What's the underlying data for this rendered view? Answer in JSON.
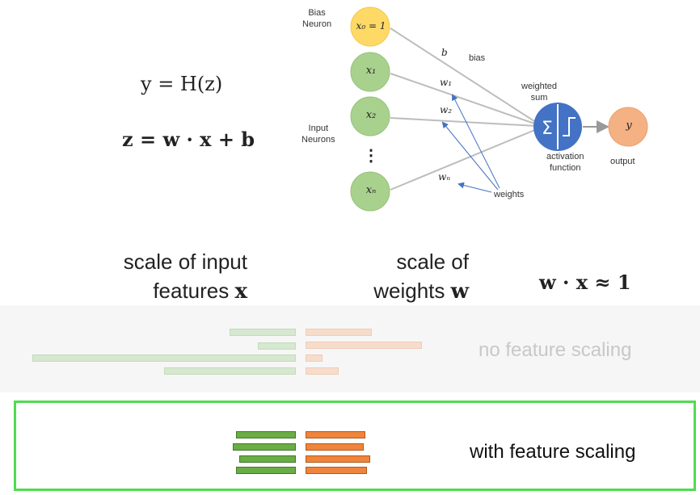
{
  "equations": {
    "y_line": "y = H(z)",
    "z_line": "z = w · x + b"
  },
  "network": {
    "bias_neuron_label": [
      "Bias",
      "Neuron"
    ],
    "input_neurons_label": [
      "Input",
      "Neurons"
    ],
    "nodes": {
      "x0": "x₀ = 1",
      "x1": "x₁",
      "x2": "x₂",
      "ellipsis": "⋮",
      "xn": "xₙ",
      "y": "y"
    },
    "edge_labels": {
      "b": "b",
      "w1": "w₁",
      "w2": "w₂",
      "wn": "wₙ"
    },
    "bias_label": "bias",
    "weighted_sum_label": [
      "weighted",
      "sum"
    ],
    "activation_label": [
      "activation",
      "function"
    ],
    "output_label": "output",
    "weights_label": "weights",
    "colors": {
      "bias_node": "#ffd966",
      "input_node": "#a9d18e",
      "sum_node": "#4472c4",
      "output_node": "#f4b183",
      "arrow": "#4472c4"
    }
  },
  "scales": {
    "input_features": [
      "scale of input",
      "features "
    ],
    "input_features_symbol": "x",
    "weights": [
      "scale of",
      "weights "
    ],
    "weights_symbol": "w",
    "product": "w · x ≈ 1"
  },
  "comparison": {
    "no_scaling_label": "no feature scaling",
    "with_scaling_label": "with feature scaling"
  }
}
